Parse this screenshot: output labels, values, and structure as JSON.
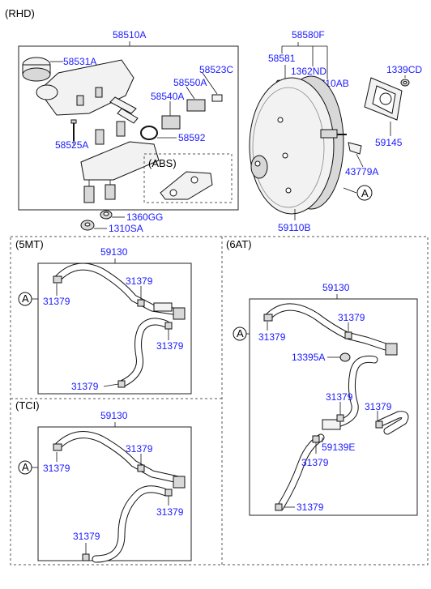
{
  "header": {
    "variant": "(RHD)"
  },
  "master_cylinder": {
    "assembly": "58510A",
    "cap": "58531A",
    "bolt": "58525A",
    "abs_label": "(ABS)",
    "nut": "1360GG",
    "washer": "1310SA"
  },
  "seal_kit": {
    "seal_a": "58523C",
    "seal_b": "58550A",
    "seal_c": "58540A",
    "oring": "58592"
  },
  "booster": {
    "assembly": "59110B",
    "kit": "58580F",
    "pin": "58581",
    "clip": "1362ND",
    "nut": "1710AB",
    "washer": "1339CD",
    "gasket": "59145",
    "valve": "43779A",
    "connector": "A"
  },
  "panel_5mt": {
    "title": "(5MT)",
    "hose": "59130",
    "clamp": "31379",
    "connector": "A"
  },
  "panel_tci": {
    "title": "(TCI)",
    "hose": "59130",
    "clamp": "31379",
    "connector": "A"
  },
  "panel_6at": {
    "title": "(6AT)",
    "hose": "59130",
    "clamp": "31379",
    "bolt": "13395A",
    "check_valve": "59139E",
    "connector": "A"
  }
}
